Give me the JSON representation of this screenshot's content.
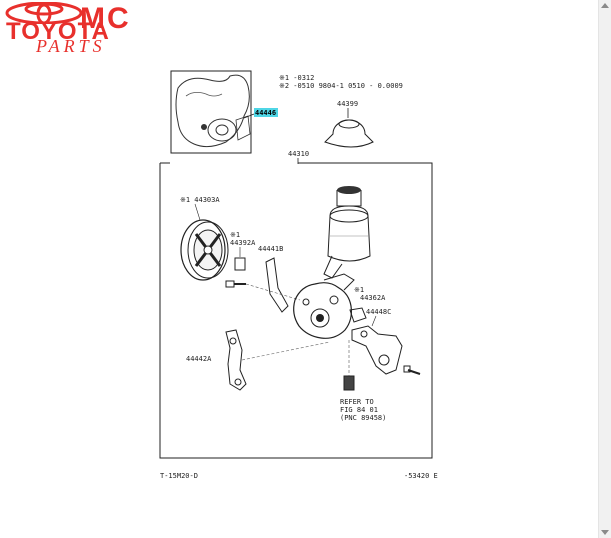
{
  "logo": {
    "mc": "MC",
    "brand": "TOYOTA",
    "sub": "PARTS",
    "color": "#e8302c"
  },
  "diagram": {
    "inset_label": "44446",
    "inset_highlight_color": "#4fd6e6",
    "note_line1": "※1  -0312",
    "note_line2": "※2  -0510 9804-1   0510   - 0.0009",
    "cap_label": "44399",
    "main_label": "44310",
    "parts": {
      "pulley": "※1 44303A",
      "nut_ref": "※1",
      "nut": "44392A",
      "bracket_hose": "44441B",
      "flange": "※1",
      "flange_part": "44362A",
      "bracket_c": "44448C",
      "bracket_a": "44442A"
    },
    "refer_line1": "REFER TO",
    "refer_line2": "FIG 84 01",
    "refer_line3": "(PNC 89458)",
    "footer_left": "T-15M20-D",
    "footer_right": "-53420 E"
  },
  "scrollbar": {
    "up_icon": "scroll-up-arrow-icon",
    "down_icon": "scroll-down-arrow-icon"
  }
}
